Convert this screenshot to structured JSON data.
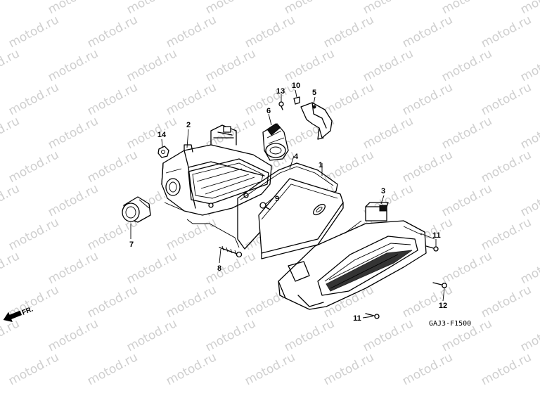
{
  "watermark": "motod.ru",
  "diagram_code": "GAJ3-F1500",
  "direction_label": "FR.",
  "callouts": [
    {
      "id": "c1",
      "label": "1"
    },
    {
      "id": "c2",
      "label": "2"
    },
    {
      "id": "c3",
      "label": "3"
    },
    {
      "id": "c4",
      "label": "4"
    },
    {
      "id": "c5",
      "label": "5"
    },
    {
      "id": "c6",
      "label": "6"
    },
    {
      "id": "c7",
      "label": "7"
    },
    {
      "id": "c8",
      "label": "8"
    },
    {
      "id": "c9",
      "label": "9"
    },
    {
      "id": "c10",
      "label": "10"
    },
    {
      "id": "c11a",
      "label": "11"
    },
    {
      "id": "c11b",
      "label": "11"
    },
    {
      "id": "c12",
      "label": "12"
    },
    {
      "id": "c13",
      "label": "13"
    },
    {
      "id": "c14",
      "label": "14"
    }
  ]
}
